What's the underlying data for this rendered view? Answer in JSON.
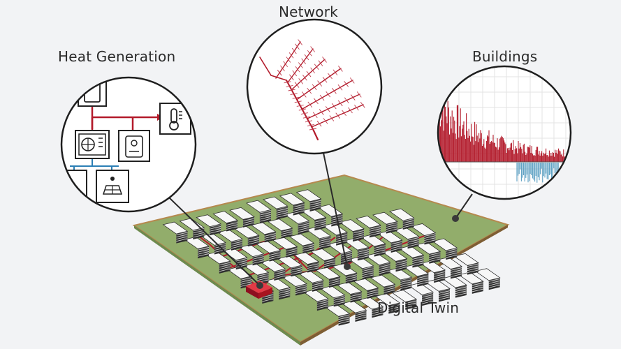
{
  "labels": {
    "network": "Network",
    "heat_generation": "Heat Generation",
    "buildings": "Buildings",
    "digital_twin": "Digital Twin"
  },
  "colors": {
    "background": "#f2f3f5",
    "ground_fill": "#92ad6b",
    "ground_edge": "#b5894e",
    "pipe_red": "#b31b2b",
    "accent_blue": "#2b7fb5",
    "building_top": "#f7f7f7",
    "building_side": "#333333",
    "circle_stroke": "#1e1e1e",
    "callout_line": "#2a2a2a",
    "plant_red": "#c0182a"
  },
  "icons": [
    "storage-tank-icon",
    "thermometer-icon",
    "heat-pump-icon",
    "boiler-icon",
    "solar-panel-icon"
  ]
}
